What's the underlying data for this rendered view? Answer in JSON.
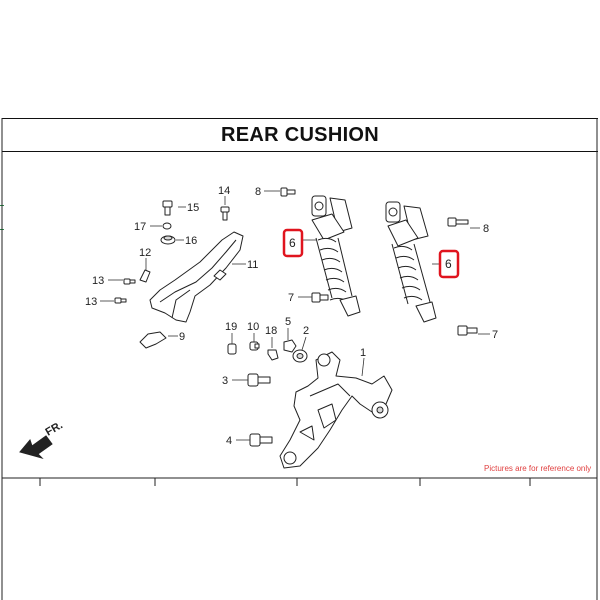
{
  "diagram": {
    "title": "REAR CUSHION",
    "note": "Pictures are for reference only",
    "direction_label": "FR.",
    "labels": {
      "p1": "1",
      "p2": "2",
      "p3": "3",
      "p4": "4",
      "p5": "5",
      "p6a": "6",
      "p6b": "6",
      "p7a": "7",
      "p7b": "7",
      "p8a": "8",
      "p8b": "8",
      "p9": "9",
      "p10": "10",
      "p11": "11",
      "p12": "12",
      "p13a": "13",
      "p13b": "13",
      "p14": "14",
      "p15": "15",
      "p16": "16",
      "p17": "17",
      "p18": "18",
      "p19": "19"
    },
    "highlight_color": "#e0141e"
  }
}
